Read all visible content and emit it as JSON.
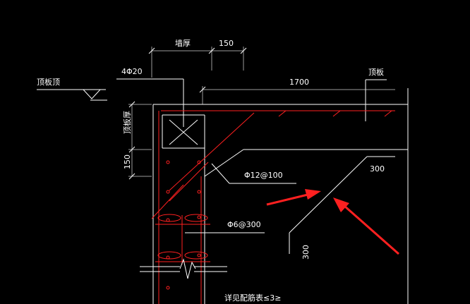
{
  "labels": {
    "wall_thickness": "墙厚",
    "dim_150_top": "150",
    "rebar_4phi20": "4Φ20",
    "slab_top": "顶板顶",
    "dim_1700": "1700",
    "roof_slab": "顶板",
    "slab_thickness": "顶板厚",
    "dim_150_side": "150",
    "rebar_phi12": "Φ12@100",
    "dim_300_top": "300",
    "dim_300_side": "300",
    "rebar_phi6": "Φ6@300",
    "note": "详见配筋表≤3≥"
  },
  "colors": {
    "background": "#000000",
    "lines": "#ffffff",
    "rebar": "#ff2020",
    "dimension": "#9a9a9a"
  }
}
